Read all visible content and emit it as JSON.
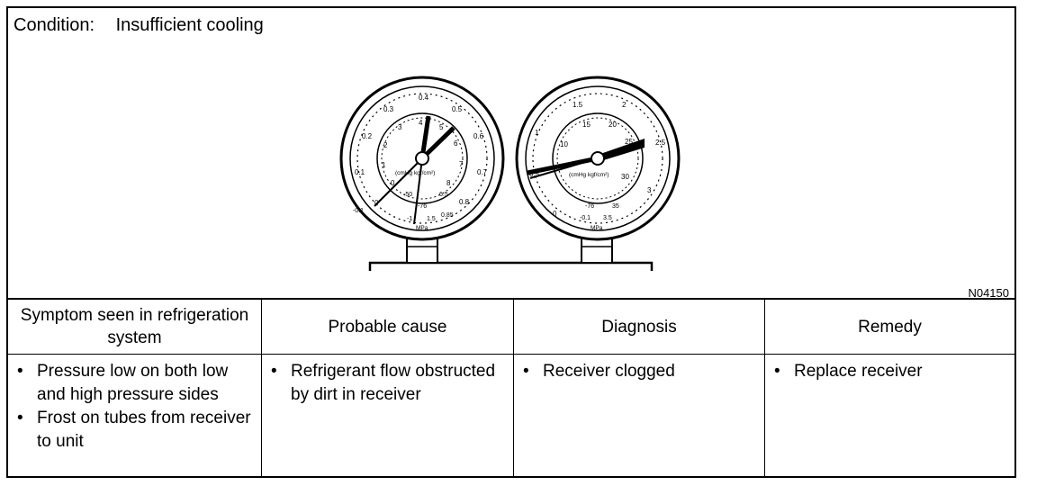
{
  "condition": {
    "label": "Condition:",
    "value": "Insufficient cooling"
  },
  "figure_code": "N04150",
  "gauges": {
    "low": {
      "outer_scale": [
        "0.4",
        "0.5",
        "0.6",
        "0.7",
        "0.8",
        "0.3",
        "0.2",
        "0.1",
        "0",
        "-0.1"
      ],
      "inner_scale": [
        "4",
        "5",
        "6",
        "7",
        "8",
        "3",
        "2",
        "1",
        "0"
      ],
      "unit_label": "(cmHg kgf/cm²)",
      "extra_labels": [
        "-50",
        "-76",
        "6.5",
        "0.85",
        "-1",
        "1.5"
      ],
      "mpa_label": "MPa"
    },
    "high": {
      "outer_scale": [
        "2",
        "2.5",
        "3",
        "1.5",
        "1",
        "0.5",
        "0"
      ],
      "inner_scale": [
        "20",
        "25",
        "15",
        "10",
        "30"
      ],
      "unit_label": "(cmHg kgf/cm²)",
      "extra_labels": [
        "35",
        "-76",
        "-0.1",
        "3.5"
      ],
      "mpa_label": "MPa"
    }
  },
  "table": {
    "headers": [
      "Symptom seen in refrigeration system",
      "Probable cause",
      "Diagnosis",
      "Remedy"
    ],
    "rows": [
      {
        "symptom": [
          "Pressure low on both low and high pressure sides",
          "Frost on tubes from receiver to unit"
        ],
        "cause": [
          "Refrigerant flow obstructed by dirt in receiver"
        ],
        "diagnosis": [
          "Receiver clogged"
        ],
        "remedy": [
          "Replace receiver"
        ]
      }
    ]
  }
}
